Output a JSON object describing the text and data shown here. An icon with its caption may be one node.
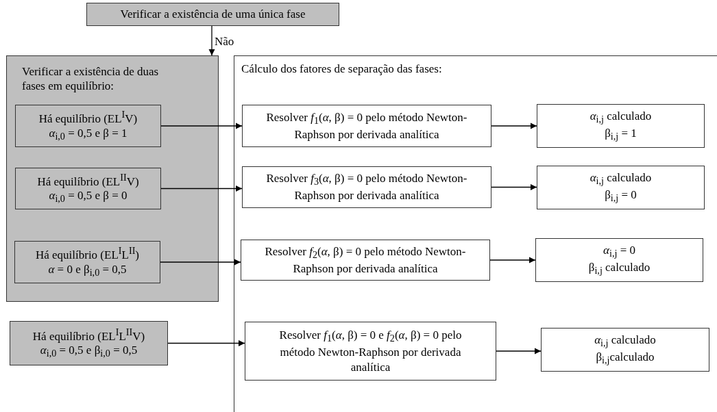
{
  "diagram": {
    "nodes": [
      {
        "text": [
          "Verificar a existência de uma única fase"
        ]
      },
      {
        "text": [
          "Verificar a existência de duas fases em equilíbrio:"
        ]
      },
      {
        "text": [
          "Há equilíbrio (EL$^{I}$V)",
          "*α*$_{i,0}$ = 0,5 e β = 1"
        ],
        "in": 1
      },
      {
        "text": [
          "Há equilíbrio (EL$^{II}$V)",
          "*α*$_{i,0}$ = 0,5 e β = 0"
        ],
        "in": 1
      },
      {
        "text": [
          "Há equilíbrio (EL$^{I}$L$^{II}$)",
          "*α* = 0 e β$_{i,0}$ = 0,5"
        ],
        "in": 1
      },
      {
        "text": [
          "Cálculo dos fatores de separação das fases:"
        ]
      },
      {
        "text": [
          "Resolver *f*$_{1}$(*α*, β) = 0 pelo método Newton-Raphson por derivada analítica"
        ],
        "in": 5
      },
      {
        "text": [
          "*α*$_{i,j}$ calculado",
          "β$_{i,j}$ = 1"
        ],
        "in": 5
      },
      {
        "text": [
          "Resolver *f*$_{3}$(*α*, β) = 0 pelo método Newton-Raphson por derivada analítica"
        ],
        "in": 5
      },
      {
        "text": [
          "*α*$_{i,j}$ calculado",
          "β$_{i,j}$ = 0"
        ],
        "in": 5
      },
      {
        "text": [
          "Resolver *f*$_{2}$(*α*, β) = 0 pelo método Newton-Raphson por derivada analítica"
        ],
        "in": 5
      },
      {
        "text": [
          "*α*$_{i,j}$ = 0",
          "β$_{i,j}$ calculado"
        ],
        "in": 5
      },
      {
        "text": [
          "Há equilíbrio (EL$^{I}$L$^{II}$V)",
          "*α*$_{i,0}$ = 0,5 e β$_{i,0}$ = 0,5"
        ]
      },
      {
        "text": [
          "Resolver *f*$_{1}$(*α*, β) = 0 e *f*$_{2}$(*α*, β) = 0 pelo método Newton-Raphson por derivada analítica"
        ],
        "in": 5
      },
      {
        "text": [
          "*α*$_{i,j}$ calculado",
          "β$_{i,j}$calculado"
        ],
        "in": 5
      }
    ],
    "edges": [
      {
        "from": 0,
        "to": 1,
        "arrow": "to",
        "label": "Não"
      },
      {
        "from": 2,
        "to": 6,
        "arrow": "to"
      },
      {
        "from": 6,
        "to": 7,
        "arrow": "to"
      },
      {
        "from": 3,
        "to": 8,
        "arrow": "to"
      },
      {
        "from": 8,
        "to": 9,
        "arrow": "to"
      },
      {
        "from": 4,
        "to": 10,
        "arrow": "to"
      },
      {
        "from": 10,
        "to": 11,
        "arrow": "to"
      },
      {
        "from": 12,
        "to": 13,
        "arrow": "to"
      },
      {
        "from": 13,
        "to": 14,
        "arrow": "to"
      }
    ]
  }
}
